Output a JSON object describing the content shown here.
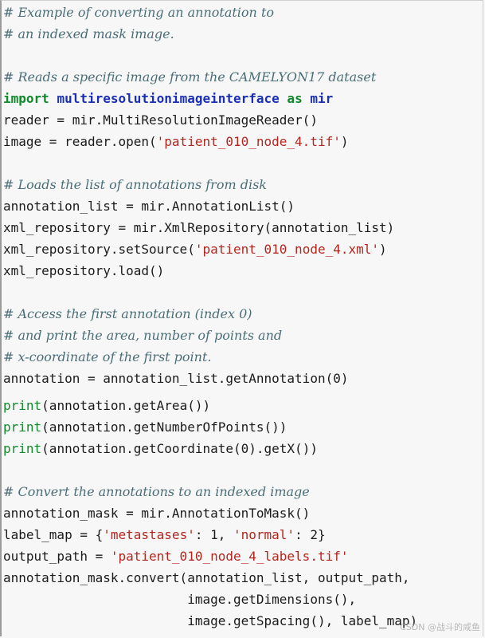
{
  "code": {
    "lines": [
      [
        {
          "t": "comment",
          "v": "# Example of converting an annotation to"
        }
      ],
      [
        {
          "t": "comment",
          "v": "# an indexed mask image."
        }
      ],
      [],
      [
        {
          "t": "comment",
          "v": "# Reads a specific image from the CAMELYON17 dataset"
        }
      ],
      [
        {
          "t": "keyword",
          "v": "import "
        },
        {
          "t": "module",
          "v": "multiresolutionimageinterface"
        },
        {
          "t": "keyword",
          "v": " as "
        },
        {
          "t": "module",
          "v": "mir"
        }
      ],
      [
        {
          "t": "plain",
          "v": "reader = mir.MultiResolutionImageReader()"
        }
      ],
      [
        {
          "t": "plain",
          "v": "image = reader.open("
        },
        {
          "t": "string",
          "v": "'patient_010_node_4.tif'"
        },
        {
          "t": "plain",
          "v": ")"
        }
      ],
      [],
      [
        {
          "t": "comment",
          "v": "# Loads the list of annotations from disk"
        }
      ],
      [
        {
          "t": "plain",
          "v": "annotation_list = mir.AnnotationList()"
        }
      ],
      [
        {
          "t": "plain",
          "v": "xml_repository = mir.XmlRepository(annotation_list)"
        }
      ],
      [
        {
          "t": "plain",
          "v": "xml_repository.setSource("
        },
        {
          "t": "string",
          "v": "'patient_010_node_4.xml'"
        },
        {
          "t": "plain",
          "v": ")"
        }
      ],
      [
        {
          "t": "plain",
          "v": "xml_repository.load()"
        }
      ],
      [],
      [
        {
          "t": "comment",
          "v": "# Access the first annotation (index 0)"
        }
      ],
      [
        {
          "t": "comment",
          "v": "# and print the area, number of points and"
        }
      ],
      [
        {
          "t": "comment",
          "v": "# x-coordinate of the first point."
        }
      ],
      [
        {
          "t": "plain",
          "v": "annotation = annotation_list.getAnnotation(0)"
        }
      ],
      [
        {
          "t": "builtin",
          "v": "print"
        },
        {
          "t": "plain",
          "v": "(annotation.getArea())"
        }
      ],
      [
        {
          "t": "builtin",
          "v": "print"
        },
        {
          "t": "plain",
          "v": "(annotation.getNumberOfPoints())"
        }
      ],
      [
        {
          "t": "builtin",
          "v": "print"
        },
        {
          "t": "plain",
          "v": "(annotation.getCoordinate(0).getX())"
        }
      ],
      [],
      [
        {
          "t": "comment",
          "v": "# Convert the annotations to an indexed image"
        }
      ],
      [
        {
          "t": "plain",
          "v": "annotation_mask = mir.AnnotationToMask()"
        }
      ],
      [
        {
          "t": "plain",
          "v": "label_map = {"
        },
        {
          "t": "string",
          "v": "'metastases'"
        },
        {
          "t": "plain",
          "v": ": 1, "
        },
        {
          "t": "string",
          "v": "'normal'"
        },
        {
          "t": "plain",
          "v": ": 2}"
        }
      ],
      [
        {
          "t": "plain",
          "v": "output_path = "
        },
        {
          "t": "string",
          "v": "'patient_010_node_4_labels.tif'"
        }
      ],
      [
        {
          "t": "plain",
          "v": "annotation_mask.convert(annotation_list, output_path,"
        }
      ],
      [
        {
          "t": "plain",
          "v": "                        image.getDimensions(),"
        }
      ],
      [
        {
          "t": "plain",
          "v": "                        image.getSpacing(), label_map)"
        }
      ]
    ]
  },
  "watermark": "CSDN @战斗的咸鱼"
}
